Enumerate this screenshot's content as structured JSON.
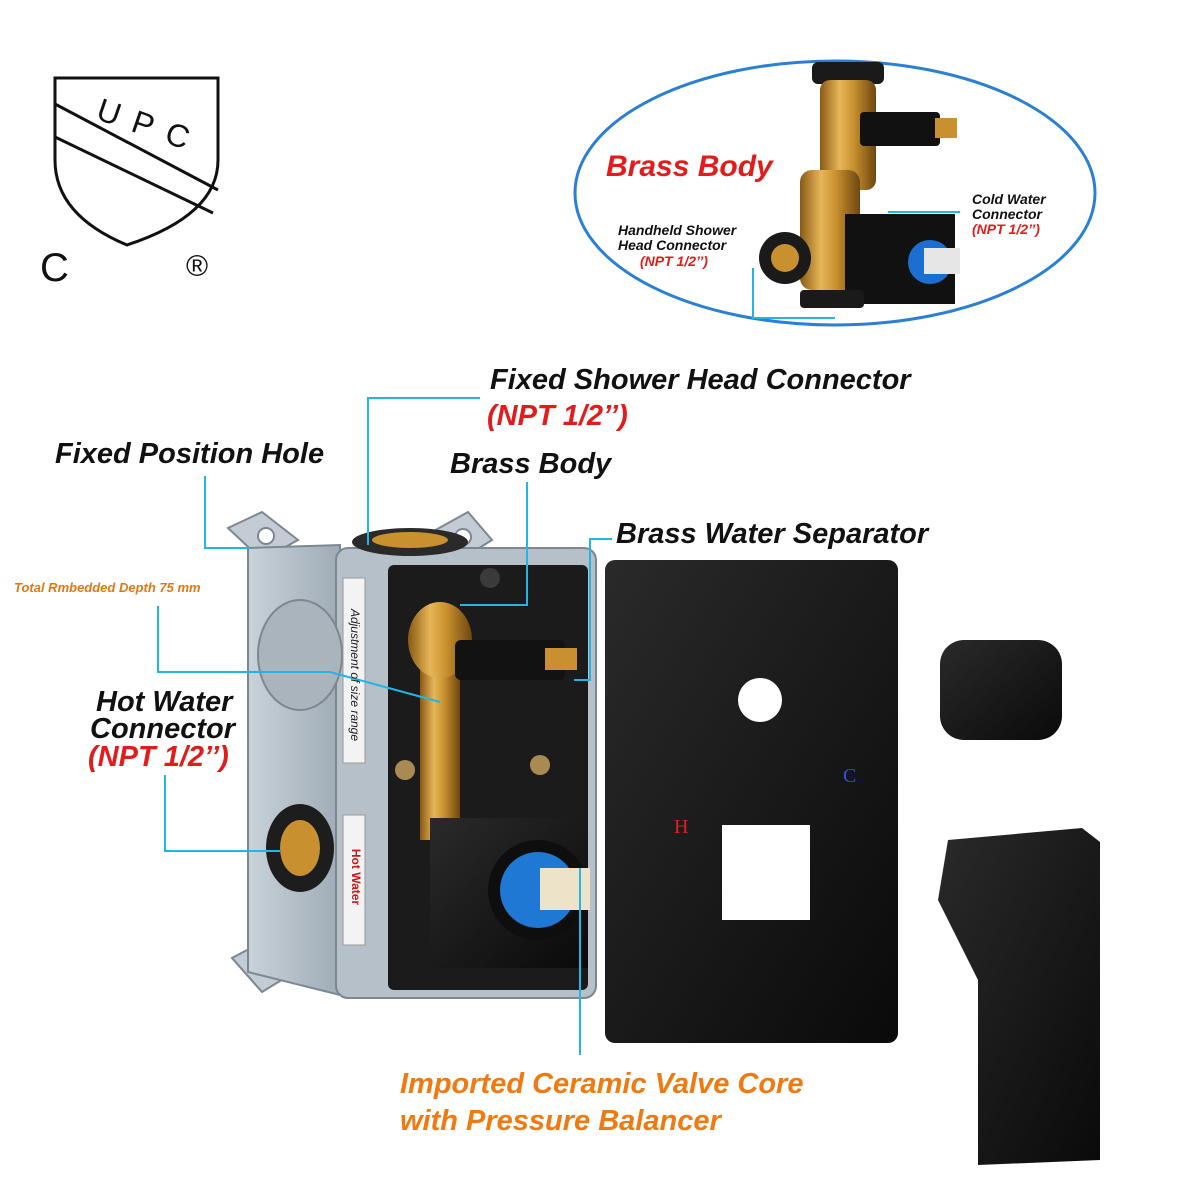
{
  "certification": {
    "mark_text": "UPC",
    "left_letter": "C",
    "registered_symbol": "®"
  },
  "inset": {
    "title": "Brass Body",
    "cold_label_line1": "Cold Water",
    "cold_label_line2": "Connector",
    "cold_spec": "(NPT 1/2’’)",
    "handheld_label_line1": "Handheld Shower",
    "handheld_label_line2": "Head Connector",
    "handheld_spec": "(NPT 1/2’’)"
  },
  "callouts": {
    "fixed_shower_head": "Fixed Shower Head Connector",
    "fixed_shower_head_spec": "(NPT 1/2’’)",
    "fixed_position_hole": "Fixed Position Hole",
    "brass_body": "Brass Body",
    "brass_water_separator": "Brass Water Separator",
    "embedded_depth": "Total Rmbedded Depth 75 mm",
    "hot_water_line1": "Hot Water",
    "hot_water_line2": "Connector",
    "hot_water_spec": "(NPT 1/2’’)",
    "valve_core_line1": "Imported Ceramic Valve Core",
    "valve_core_line2": "with Pressure Balancer"
  },
  "product_marks": {
    "adjustment_sticker": "Adjustment of size range",
    "hot_water_sticker": "Hot Water",
    "plate_hot": "H",
    "plate_cold": "C"
  },
  "colors": {
    "leader_line": "#22b5e6",
    "ellipse": "#2b7fd4",
    "spec_red": "#e21b1b",
    "valve_orange": "#f07a10",
    "brass": "#c8902e",
    "housing_grey": "#b7c1c9",
    "matte_black": "#141414"
  }
}
